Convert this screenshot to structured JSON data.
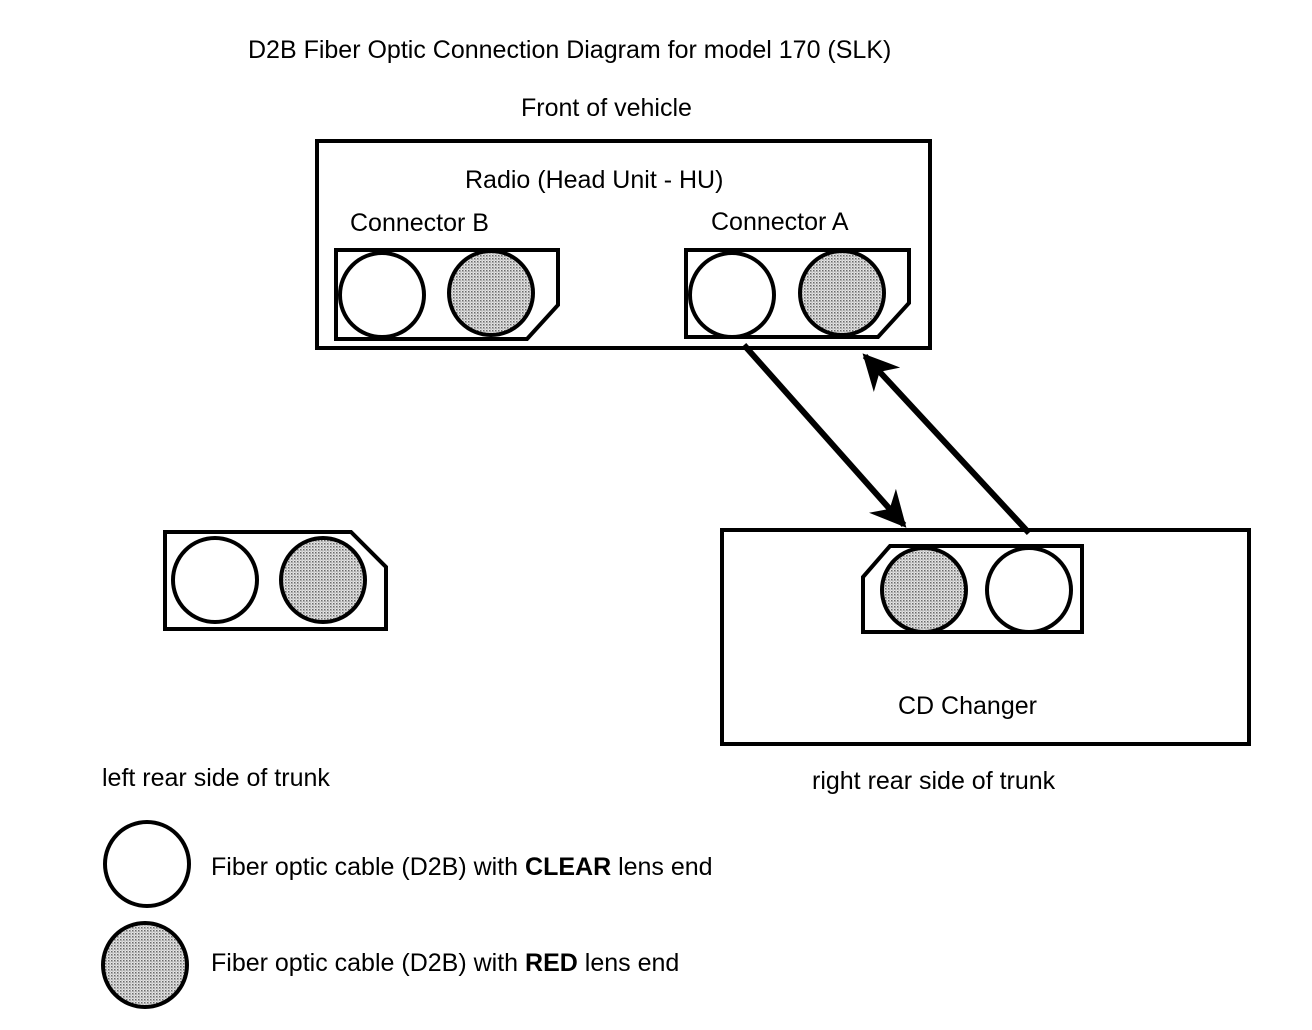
{
  "title": "D2B Fiber Optic Connection Diagram for model 170 (SLK)",
  "front_label": "Front of vehicle",
  "radio": {
    "label": "Radio (Head Unit - HU)",
    "connector_b": "Connector B",
    "connector_a": "Connector A"
  },
  "cd_changer": {
    "label": "CD Changer"
  },
  "locations": {
    "left": "left rear side of trunk",
    "right": "right rear side of trunk"
  },
  "legend": {
    "clear_prefix": "Fiber optic cable (D2B) with ",
    "clear_bold": "CLEAR",
    "clear_suffix": " lens end",
    "red_prefix": "Fiber optic cable (D2B) with ",
    "red_bold": "RED",
    "red_suffix": " lens end"
  },
  "colors": {
    "line": "#000000",
    "clear_fill": "#ffffff",
    "red_fill": "#c4c4c4"
  }
}
